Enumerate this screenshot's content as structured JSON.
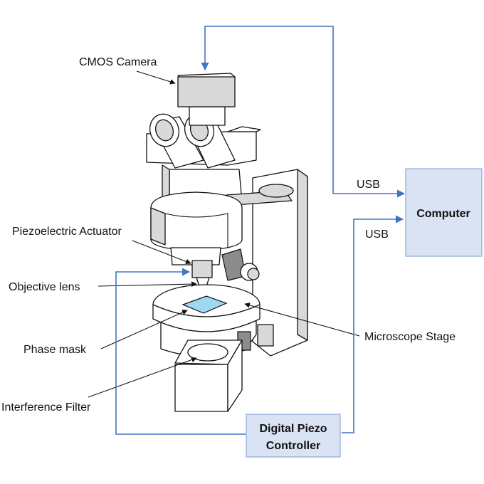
{
  "labels": {
    "cmos_camera": "CMOS Camera",
    "piezo_actuator": "Piezoelectric Actuator",
    "objective_lens": "Objective lens",
    "phase_mask": "Phase mask",
    "interference_filter": "Interference Filter",
    "microscope_stage": "Microscope Stage"
  },
  "boxes": {
    "computer": "Computer",
    "piezo_controller_line1": "Digital Piezo",
    "piezo_controller_line2": "Controller"
  },
  "connections": {
    "usb_top": "USB",
    "usb_bottom": "USB"
  },
  "colors": {
    "box_fill": "#dae3f3",
    "box_stroke": "#8ea9db",
    "connector": "#4472c4",
    "phase_mask": "#9dd9f3"
  }
}
